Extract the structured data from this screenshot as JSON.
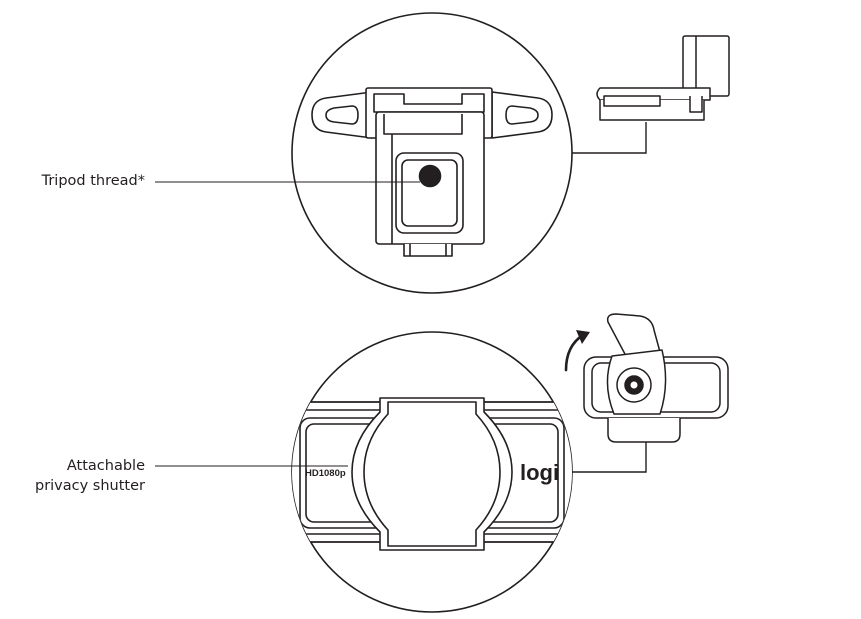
{
  "labels": {
    "tripod_thread": "Tripod thread*",
    "privacy_shutter_line1": "Attachable",
    "privacy_shutter_line2": "privacy shutter"
  },
  "device_text": {
    "resolution_badge": "HD1080p",
    "brand_logo": "logi"
  },
  "colors": {
    "stroke": "#231f20",
    "fill": "#ffffff",
    "shade": "#d9d9d9"
  },
  "icons": {
    "rotate_arrow": "curved-arrow-icon"
  }
}
